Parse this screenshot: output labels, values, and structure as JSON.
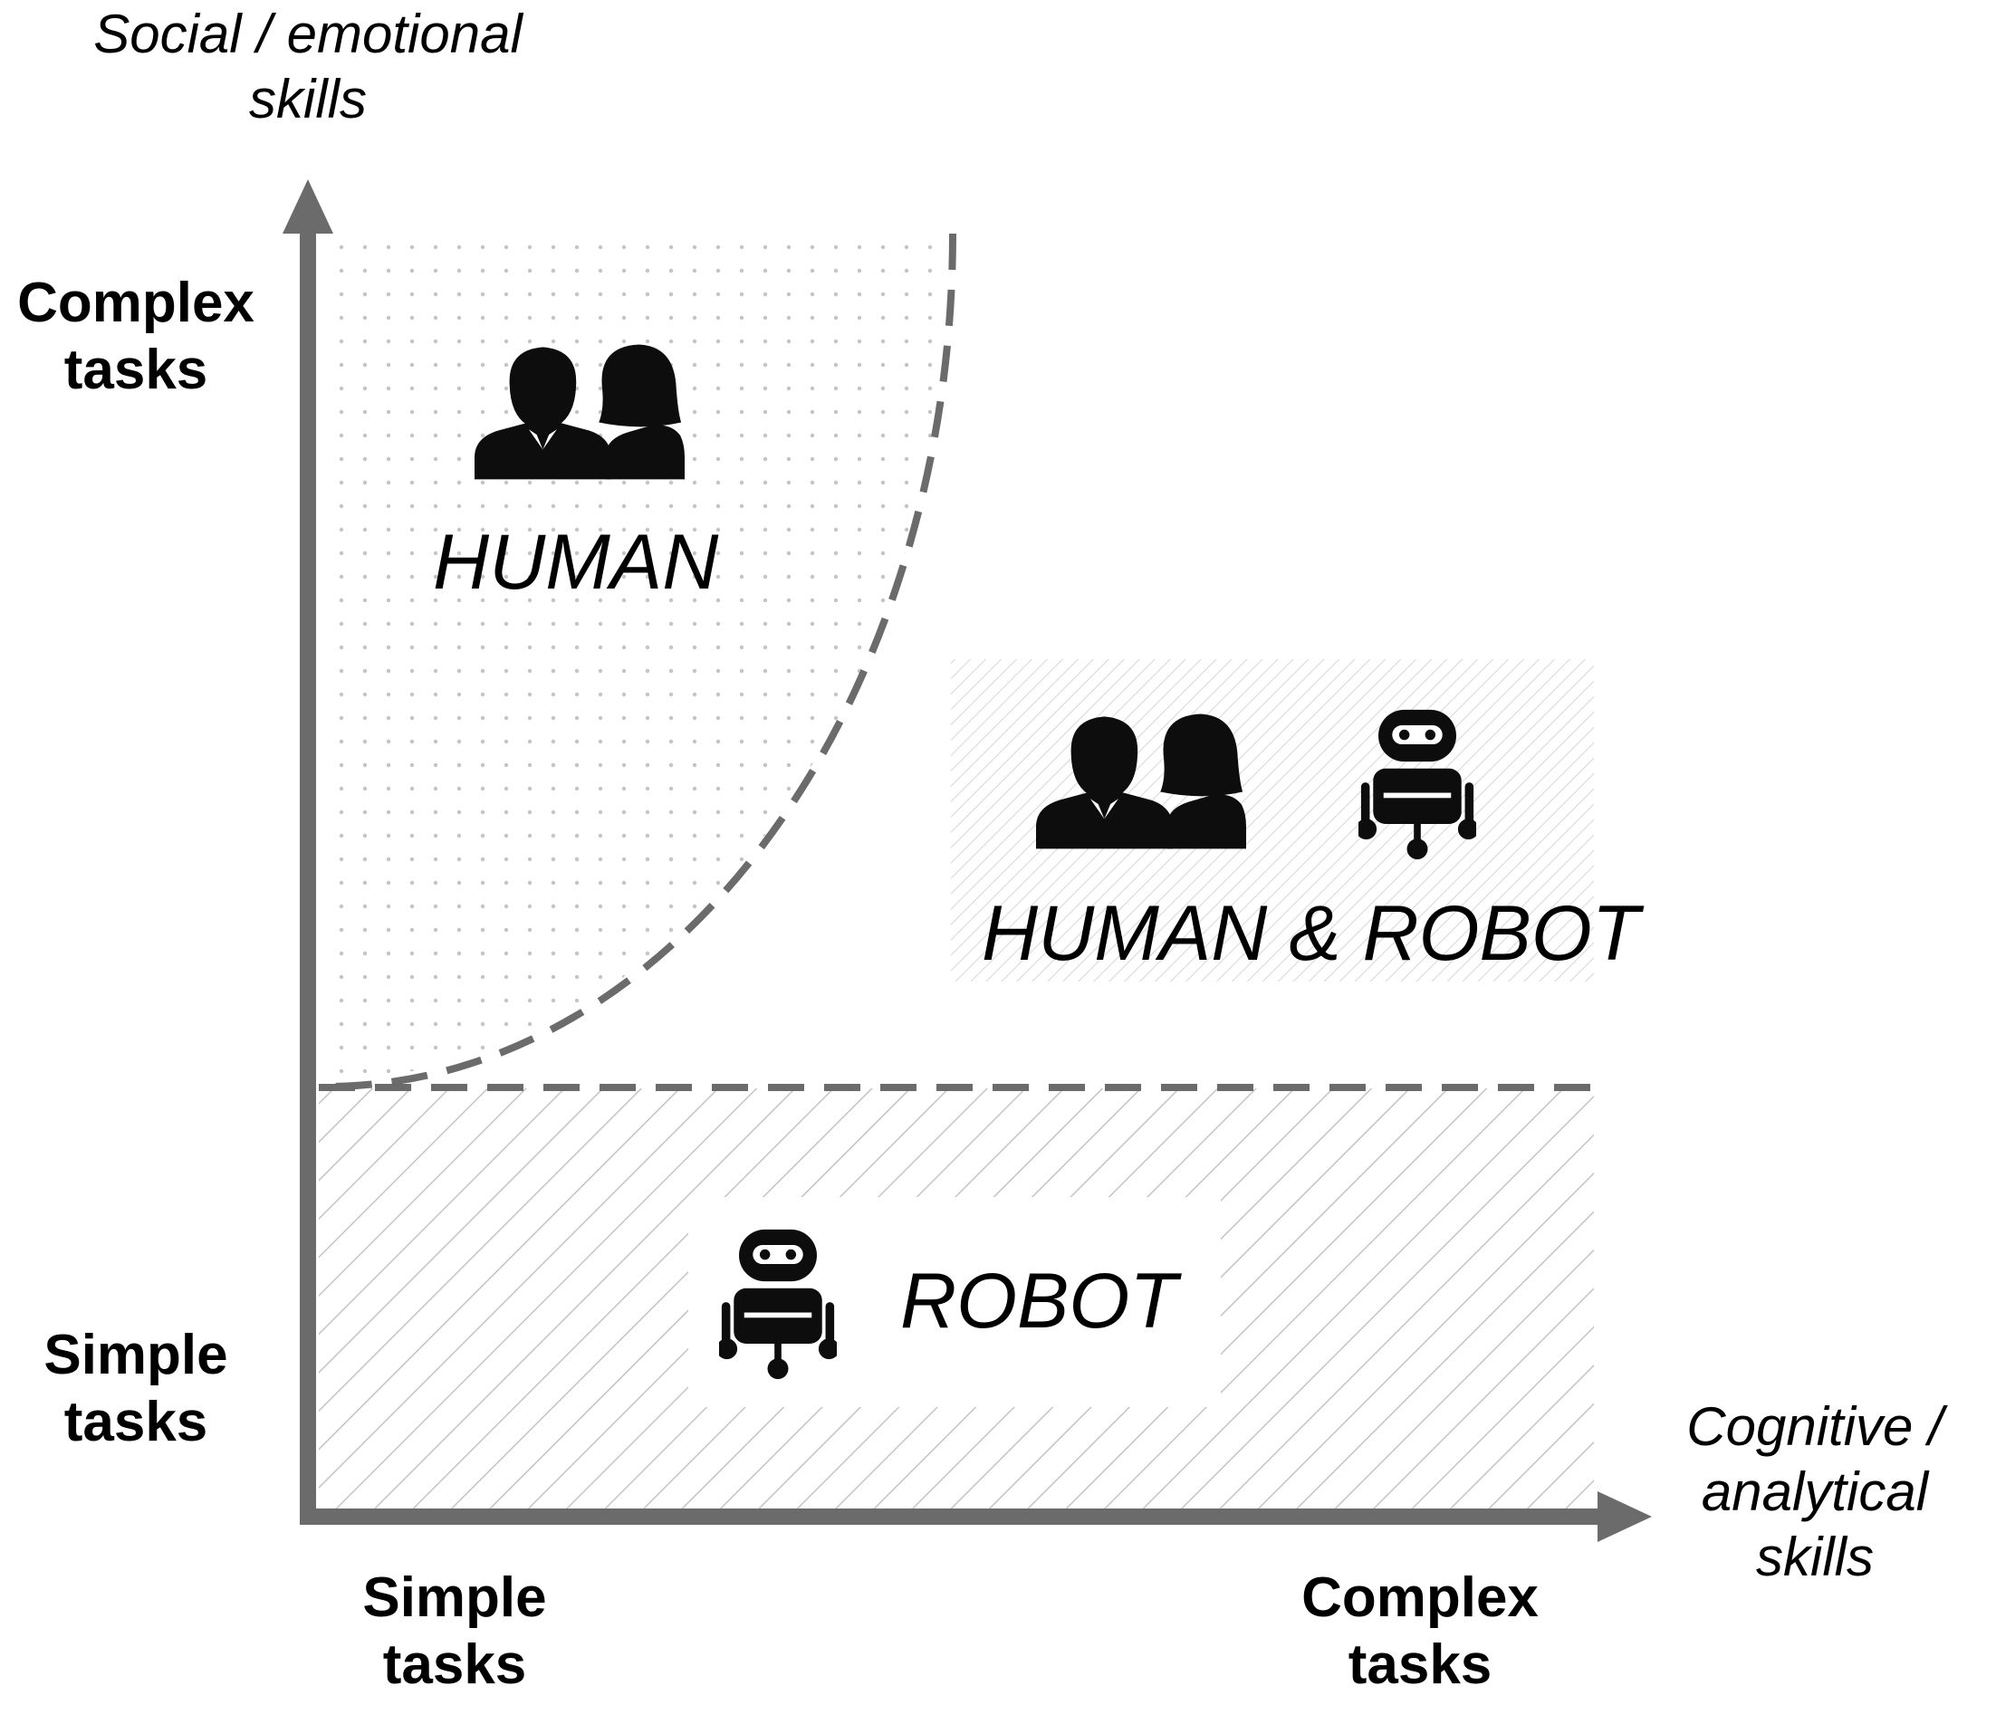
{
  "y_axis": {
    "title_line1": "Social / emotional",
    "title_line2": "skills",
    "tick_top_line1": "Complex",
    "tick_top_line2": "tasks",
    "tick_bottom_line1": "Simple",
    "tick_bottom_line2": "tasks"
  },
  "x_axis": {
    "title_line1": "Cognitive /",
    "title_line2": "analytical",
    "title_line3": "skills",
    "tick_left_line1": "Simple",
    "tick_left_line2": "tasks",
    "tick_right_line1": "Complex",
    "tick_right_line2": "tasks"
  },
  "zones": {
    "human": {
      "label": "HUMAN",
      "icons": [
        "people-icon"
      ]
    },
    "human_robot": {
      "label": "HUMAN & ROBOT",
      "icons": [
        "people-icon",
        "robot-icon"
      ]
    },
    "robot": {
      "label": "ROBOT",
      "icons": [
        "robot-icon"
      ]
    }
  },
  "colors": {
    "axis": "#6b6b6b",
    "dashed_boundary": "#6b6b6b",
    "pattern": "#c4c4c4",
    "icon": "#0d0d0d"
  }
}
